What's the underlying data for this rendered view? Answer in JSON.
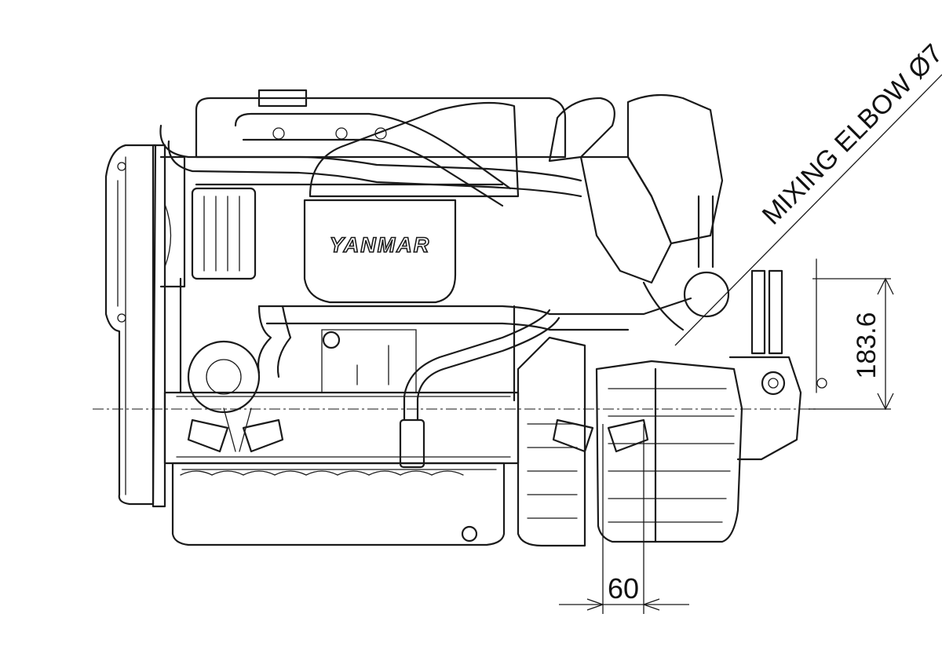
{
  "drawing": {
    "brand_logo": "YANMAR",
    "annotations": {
      "mixing_elbow": "MIXING ELBOW Ø7",
      "height_dimension": "183.6",
      "offset_dimension": "60"
    }
  }
}
